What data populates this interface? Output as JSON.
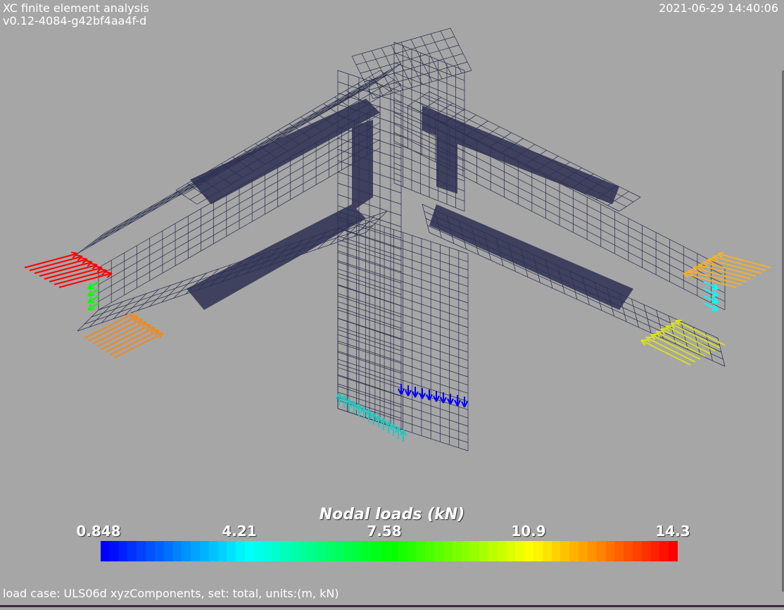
{
  "header": {
    "title": "XC finite element analysis",
    "version": "v0.12-4084-g42bf4aa4f-d",
    "timestamp": "2021-06-29 14:40:06"
  },
  "scalar_bar": {
    "title": "Nodal loads (kN)",
    "ticks": [
      "0.848",
      "4.21",
      "7.58",
      "10.9",
      "14.3"
    ],
    "colors": {
      "low": "#0000ff",
      "mid_low": "#00ffff",
      "mid": "#00ff00",
      "mid_high": "#ffff00",
      "high": "#ff0000"
    }
  },
  "footer": {
    "caption": "load case: ULS06d xyzComponents, set: total, units:(m, kN)"
  },
  "mesh": {
    "line_color": "#262a48",
    "background": "#a6a6a6"
  }
}
